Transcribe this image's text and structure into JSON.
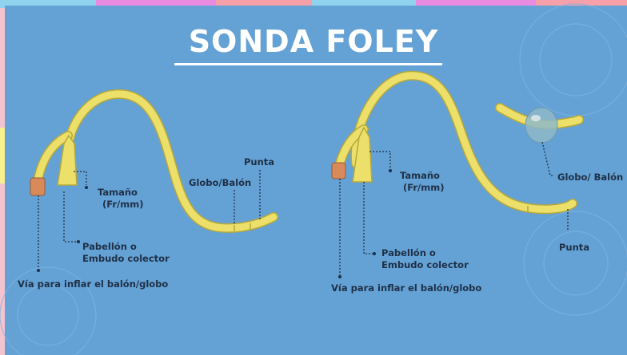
{
  "title": "SONDA FOLEY",
  "colors": {
    "background": "#64a2d6",
    "catheter": "#ece06a",
    "catheter_outline": "#b7a83a",
    "valve": "#d98a5a",
    "balloon": "#8fb8c8",
    "label_text": "#1f2f45",
    "leader_line": "#1f2f45"
  },
  "left_diagram": {
    "punta": "Punta",
    "globo_balon": "Globo/Balón",
    "tamano": "Tamaño",
    "fr_mm": "(Fr/mm)",
    "pabellon": "Pabellón o",
    "embudo": "Embudo colector",
    "via": "Vía para inflar el balón/globo"
  },
  "right_diagram": {
    "globo_balon": "Globo/ Balón",
    "punta": "Punta",
    "tamano": "Tamaño",
    "fr_mm": "(Fr/mm)",
    "pabellon": "Pabellón o",
    "embudo": "Embudo colector",
    "via": "Vía para inflar el balón/globo"
  }
}
